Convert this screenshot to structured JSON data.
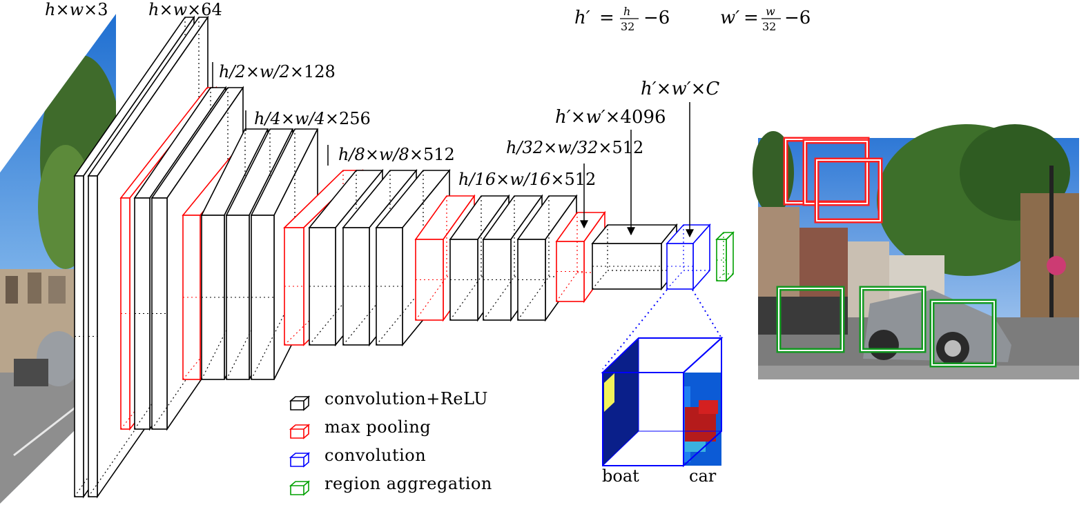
{
  "dims": {
    "input": [
      "h",
      "w",
      "3"
    ],
    "block1": [
      "h",
      "w",
      "64"
    ],
    "block2": [
      "h/2",
      "w/2",
      "128"
    ],
    "block3": [
      "h/4",
      "w/4",
      "256"
    ],
    "block4": [
      "h/8",
      "w/8",
      "512"
    ],
    "block5": [
      "h/16",
      "w/16",
      "512"
    ],
    "pool5": [
      "h/32",
      "w/32",
      "512"
    ],
    "fc": [
      "h′",
      "w′",
      "4096"
    ],
    "score": [
      "h′",
      "w′",
      "C"
    ]
  },
  "formulas": {
    "h_prime": {
      "lhs": "h′",
      "num": "h",
      "den": "32",
      "rest": "−6"
    },
    "w_prime": {
      "lhs": "w′",
      "num": "w",
      "den": "32",
      "rest": "−6"
    }
  },
  "legend": [
    {
      "label": "convolution+ReLU",
      "color": "#000000"
    },
    {
      "label": "max pooling",
      "color": "#ff0000"
    },
    {
      "label": "convolution",
      "color": "#0000ff"
    },
    {
      "label": "region aggregation",
      "color": "#00a000"
    }
  ],
  "score_cube": {
    "left_label": "boat",
    "right_label": "car"
  },
  "colors": {
    "conv": "#000000",
    "pool": "#ff0000",
    "score_conv": "#0000ff",
    "aggregation": "#00a000"
  },
  "icons": {
    "input_photo": "street-photo",
    "output_photo": "street-photo-with-boxes"
  }
}
